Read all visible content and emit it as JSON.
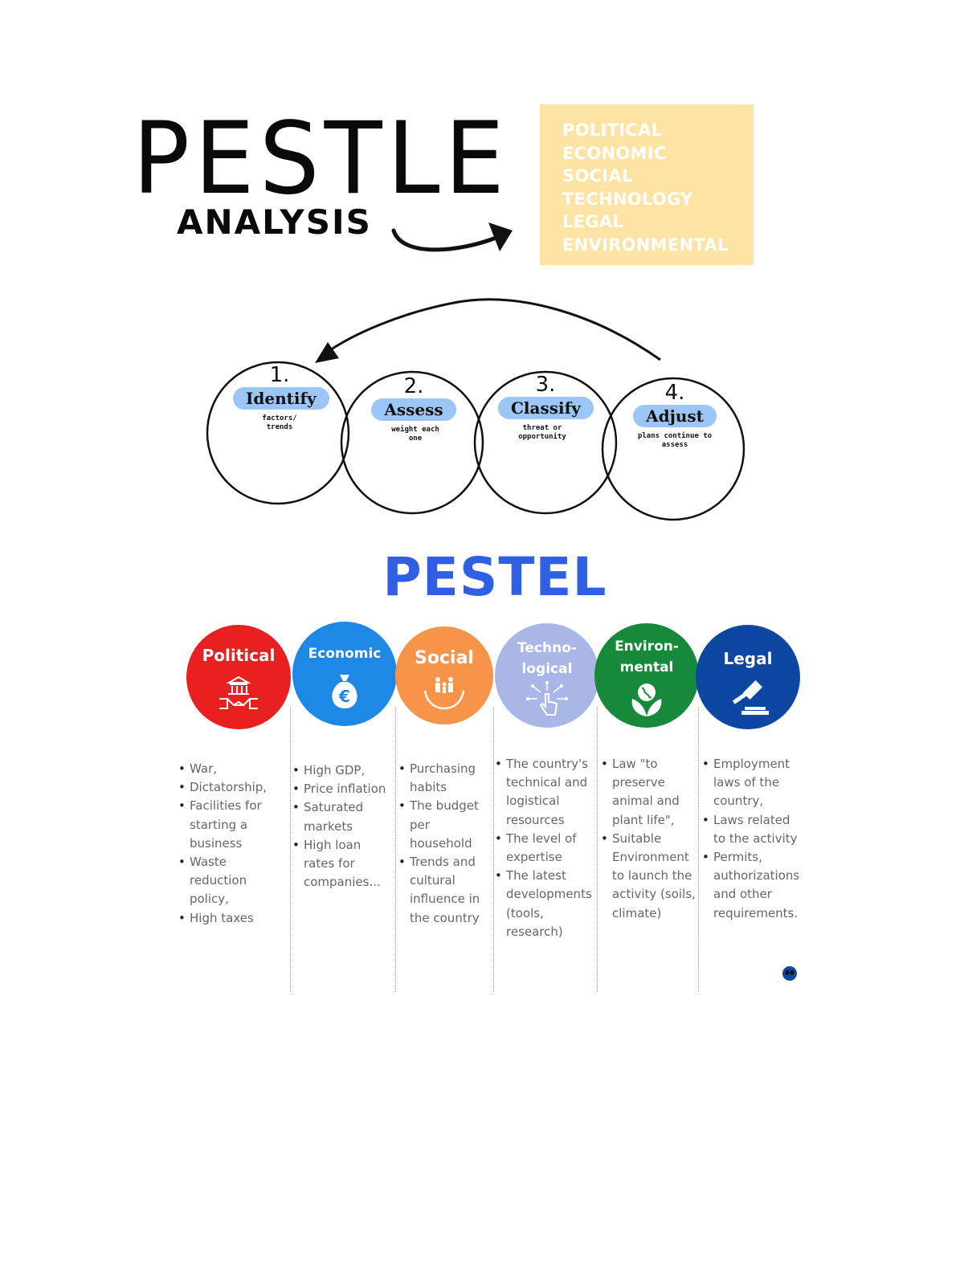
{
  "header": {
    "title": "PESTLE",
    "subtitle": "ANALYSIS"
  },
  "acronym_box": {
    "items": [
      "POLITICAL",
      "ECONOMIC",
      "SOCIAL",
      "TECHNOLOGY",
      "LEGAL",
      "ENVIRONMENTAL"
    ],
    "color": "#fde3a4"
  },
  "cycle_steps": [
    {
      "number": "1.",
      "label": "Identify",
      "note": "factors/ trends"
    },
    {
      "number": "2.",
      "label": "Assess",
      "note": "weight each one"
    },
    {
      "number": "3.",
      "label": "Classify",
      "note": "threat or opportunity"
    },
    {
      "number": "4.",
      "label": "Adjust",
      "note": "plans continue to assess"
    }
  ],
  "pestel": {
    "title": "PESTEL",
    "title_color": "#2f5fe3",
    "categories": [
      {
        "label": "Political",
        "color": "#e8201f",
        "icon": "courthouse-handshake-icon",
        "items": [
          "War,",
          "Dictatorship,",
          "Facilities for starting a business",
          "Waste reduction policy,",
          "High taxes"
        ]
      },
      {
        "label": "Economic",
        "color": "#1e88e5",
        "icon": "euro-money-bag-icon",
        "items": [
          "High GDP,",
          "Price inflation",
          "Saturated markets",
          "High loan rates for companies..."
        ]
      },
      {
        "label": "Social",
        "color": "#f7944a",
        "icon": "family-hands-icon",
        "items": [
          "Purchasing habits",
          "The budget per household",
          "Trends and cultural influence in the country"
        ]
      },
      {
        "label": "Techno- logical",
        "color": "#a9b7e6",
        "icon": "touch-circuit-icon",
        "items": [
          "The country's technical and logistical resources",
          "The level of expertise",
          "The latest developments (tools, research)"
        ]
      },
      {
        "label": "Environ- mental",
        "color": "#168a3a",
        "icon": "globe-leaves-icon",
        "items": [
          "Law \"to preserve animal and plant life\",",
          "Suitable Environment to launch the activity (soils, climate)"
        ]
      },
      {
        "label": "Legal",
        "color": "#0d47a1",
        "icon": "gavel-icon",
        "items": [
          "Employment laws of the country,",
          "Laws related to the activity",
          "Permits, authorizations and other requirements."
        ]
      }
    ]
  }
}
